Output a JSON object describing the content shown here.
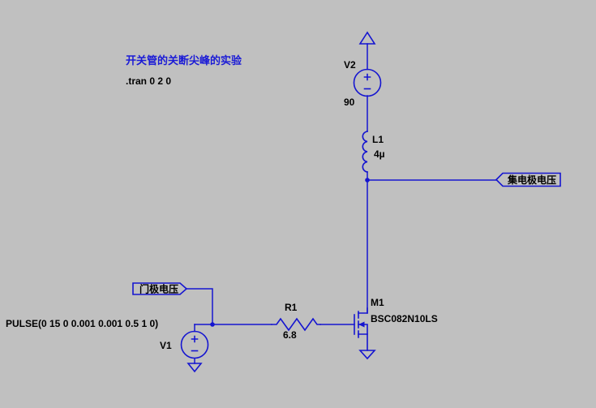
{
  "canvas": {
    "background": "#c0c0c0",
    "wire_color": "#1515d0",
    "text_color": "#000000",
    "title_color": "#1b1bd6"
  },
  "annotations": {
    "title": "开关管的关断尖峰的实验",
    "directive": ".tran 0 2 0"
  },
  "components": {
    "v2": {
      "name": "V2",
      "value": "90"
    },
    "l1": {
      "name": "L1",
      "value": "4µ"
    },
    "r1": {
      "name": "R1",
      "value": "6.8"
    },
    "m1": {
      "name": "M1",
      "value": "BSC082N10LS"
    },
    "v1": {
      "name": "V1",
      "value": "PULSE(0 15 0 0.001 0.001 0.5 1 0)"
    }
  },
  "net_labels": {
    "collector": "集电极电压",
    "gate": "门极电压"
  }
}
